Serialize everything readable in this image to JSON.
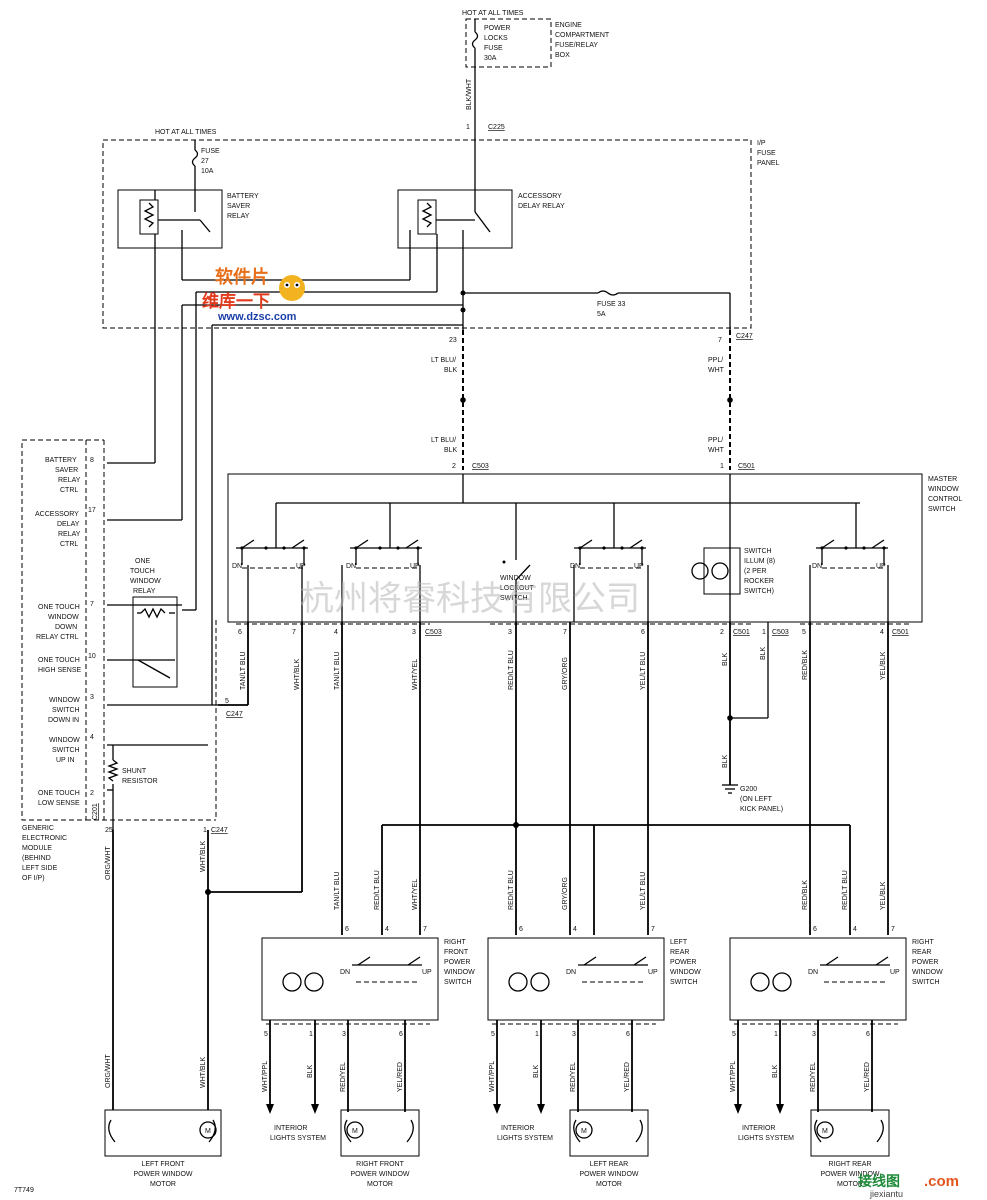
{
  "power": {
    "hot_top": "HOT AT ALL TIMES",
    "fuse_lines": [
      "POWER",
      "LOCKS",
      "FUSE",
      "30A"
    ],
    "box_lines": [
      "ENGINE",
      "COMPARTMENT",
      "FUSE/RELAY",
      "BOX"
    ],
    "feed_wire": "BLK/WHT",
    "c225_pin": "1",
    "c225": "C225",
    "hot_ip": "HOT AT ALL TIMES",
    "fuse27": [
      "FUSE",
      "27",
      "10A"
    ],
    "ip_panel": [
      "I/P",
      "FUSE",
      "PANEL"
    ],
    "battery_saver": [
      "BATTERY",
      "SAVER",
      "RELAY"
    ],
    "accessory_delay": [
      "ACCESSORY",
      "DELAY RELAY"
    ],
    "fuse33": [
      "FUSE 33",
      "5A"
    ],
    "c247": "C247"
  },
  "master": {
    "title": [
      "MASTER",
      "WINDOW",
      "CONTROL",
      "SWITCH"
    ],
    "pin23": "23",
    "pin7": "7",
    "wire_ltblu": [
      "LT BLU/",
      "BLK"
    ],
    "wire_ppl": [
      "PPL/",
      "WHT"
    ],
    "c503_pin": "2",
    "c503": "C503",
    "c501_pin": "1",
    "c501": "C501",
    "dn": "DN",
    "up": "UP",
    "lockout": [
      "WINDOW",
      "LOCKOUT",
      "SWITCH"
    ],
    "illum": [
      "SWITCH",
      "ILLUM (8)",
      "(2 PER",
      "ROCKER",
      "SWITCH)"
    ]
  },
  "bottom_pins": {
    "p6": "6",
    "p7": "7",
    "p4": "4",
    "p3": "3",
    "c503a": "C503",
    "p3b": "3",
    "p7b": "7",
    "p6b": "6",
    "p2": "2",
    "c501a": "C501",
    "p1": "1",
    "c503b": "C503",
    "p5": "5",
    "p4b": "4",
    "c501b": "C501"
  },
  "wires": {
    "tan_ltblu": "TAN/LT BLU",
    "wht_blk": "WHT/BLK",
    "wht_yel": "WHT/YEL",
    "red_ltblu": "RED/LT BLU",
    "gry_org": "GRY/ORG",
    "yel_ltblu": "YEL/LT BLU",
    "blk": "BLK",
    "red_blk": "RED/BLK",
    "yel_blk": "YEL/BLK",
    "org_wht": "ORG/WHT",
    "wht_ppl": "WHT/PPL",
    "red_yel": "RED/YEL",
    "yel_red": "YEL/RED"
  },
  "ground": [
    "G200",
    "(ON LEFT",
    "KICK PANEL)"
  ],
  "gem": {
    "labels": {
      "bsrc": [
        "BATTERY",
        "SAVER",
        "RELAY",
        "CTRL"
      ],
      "adrc": [
        "ACCESSORY",
        "DELAY",
        "RELAY",
        "CTRL"
      ],
      "otwd": [
        "ONE TOUCH",
        "WINDOW",
        "DOWN",
        "RELAY CTRL"
      ],
      "oths": [
        "ONE TOUCH",
        "HIGH SENSE"
      ],
      "wsd": [
        "WINDOW",
        "SWITCH",
        "DOWN IN"
      ],
      "wsu": [
        "WINDOW",
        "SWITCH",
        "UP IN"
      ],
      "otls": [
        "ONE TOUCH",
        "LOW SENSE"
      ]
    },
    "pins": {
      "p8": "8",
      "p17": "17",
      "p7": "7",
      "p10": "10",
      "p3": "3",
      "p4": "4",
      "p2": "2",
      "p25": "25",
      "p1": "1",
      "p5": "5"
    },
    "c201": "C201",
    "c247b": "C247",
    "c247c": "C247",
    "relay": [
      "ONE",
      "TOUCH",
      "WINDOW",
      "RELAY"
    ],
    "shunt": [
      "SHUNT",
      "RESISTOR"
    ],
    "module": [
      "GENERIC",
      "ELECTRONIC",
      "MODULE",
      "(BEHIND",
      "LEFT SIDE",
      "OF I/P)"
    ]
  },
  "switches": {
    "rf": [
      "RIGHT",
      "FRONT",
      "POWER",
      "WINDOW",
      "SWITCH"
    ],
    "lr": [
      "LEFT",
      "REAR",
      "POWER",
      "WINDOW",
      "SWITCH"
    ],
    "rr": [
      "RIGHT",
      "REAR",
      "POWER",
      "WINDOW",
      "SWITCH"
    ],
    "pins_top": [
      "6",
      "4",
      "7"
    ],
    "pins_bot": [
      "5",
      "1",
      "3",
      "6"
    ],
    "dn": "DN",
    "up": "UP"
  },
  "bottom": {
    "interior": [
      "INTERIOR",
      "LIGHTS SYSTEM"
    ],
    "motor_lf": [
      "LEFT FRONT",
      "POWER WINDOW",
      "MOTOR"
    ],
    "motor_rf": [
      "RIGHT FRONT",
      "POWER WINDOW",
      "MOTOR"
    ],
    "motor_lr": [
      "LEFT REAR",
      "POWER WINDOW",
      "MOTOR"
    ],
    "motor_rr": [
      "RIGHT REAR",
      "POWER WINDOW",
      "MOTOR"
    ],
    "m": "M",
    "figno": "7T749"
  },
  "watermark": "杭州将睿科技有限公司",
  "logo": {
    "l1": "软件片",
    "l2": "维库一下",
    "l3": "www.dzsc.com"
  },
  "brand": {
    "b1": "接线图",
    "b2": ".com",
    "b3": "jiexiantu"
  }
}
